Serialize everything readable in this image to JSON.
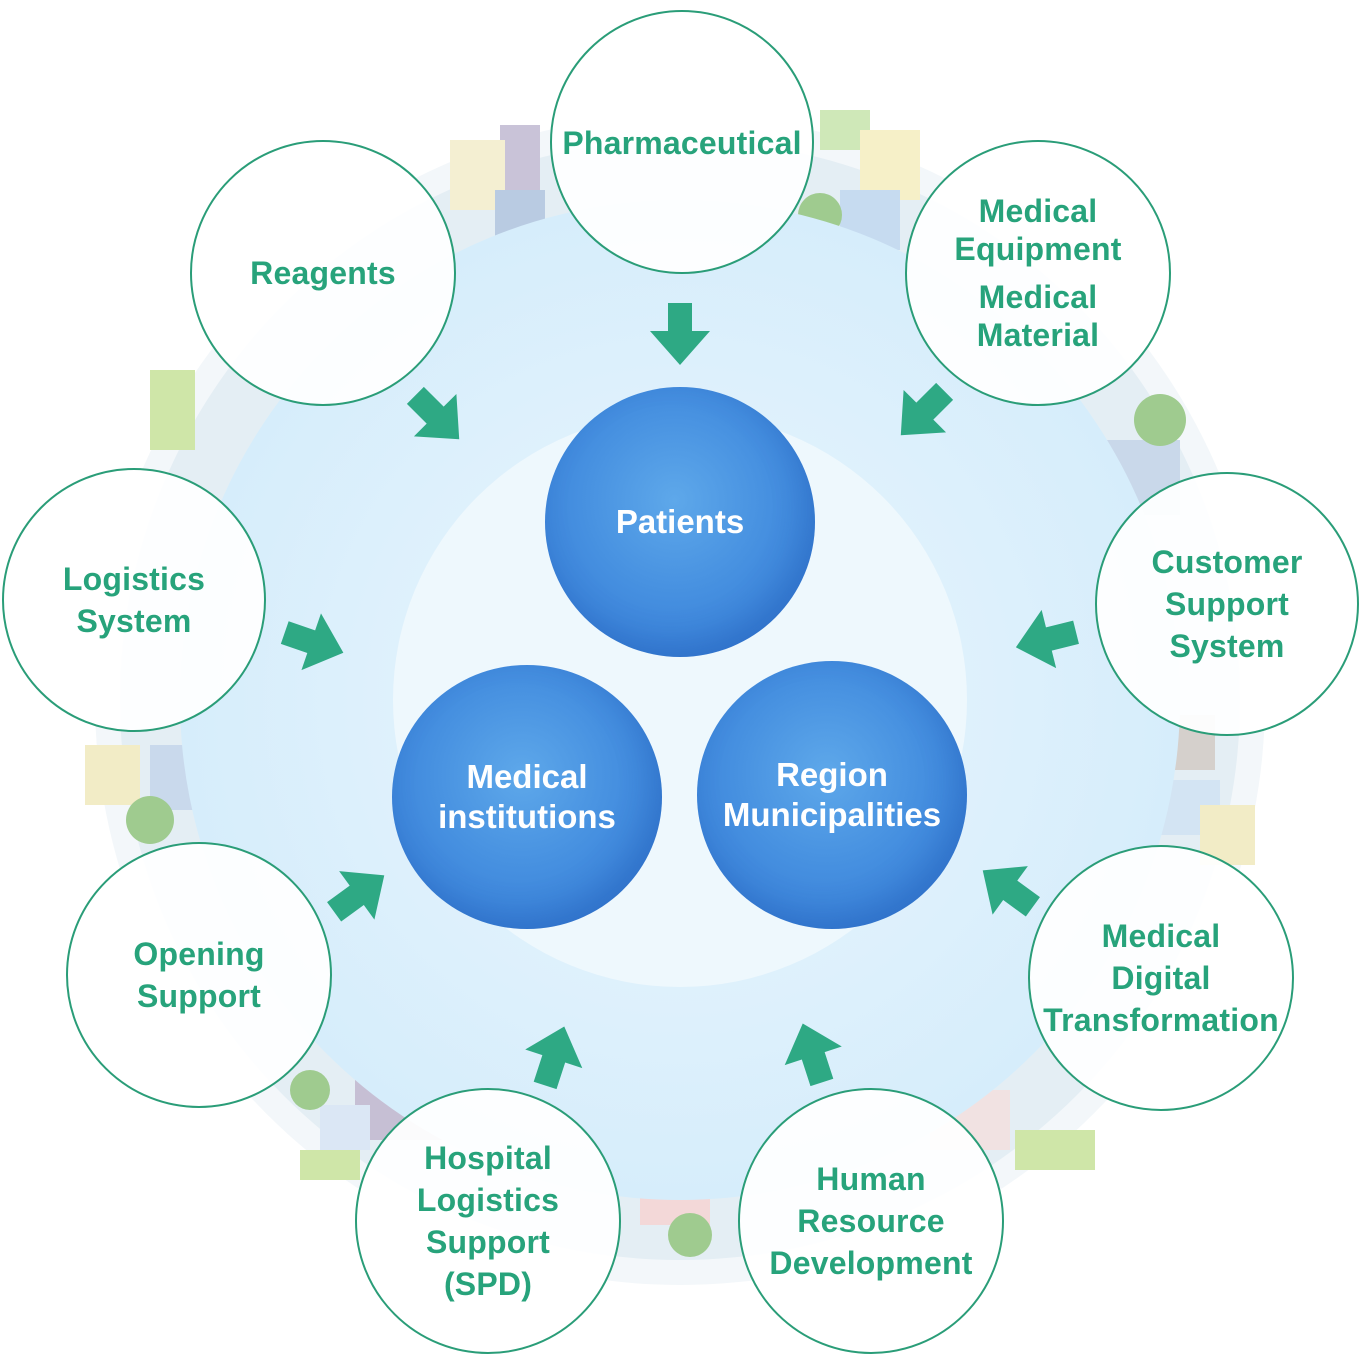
{
  "colors": {
    "accent_green": "#2ea984",
    "ring_blue": "#dcf0fc",
    "core_blue": "#3f86dc",
    "circle_border": "#2a9d78"
  },
  "core": {
    "patients": "Patients",
    "medical_institutions": [
      "Medical",
      "institutions"
    ],
    "region": [
      "Region",
      "Municipalities"
    ]
  },
  "services": {
    "pharmaceutical": [
      "Pharmaceutical"
    ],
    "medical_equipment": [
      "Medical",
      "Equipment"
    ],
    "medical_material": [
      "Medical",
      "Material"
    ],
    "customer_support": [
      "Customer",
      "Support",
      "System"
    ],
    "medical_dx": [
      "Medical",
      "Digital",
      "Transformation"
    ],
    "human_resource": [
      "Human",
      "Resource",
      "Development"
    ],
    "hospital_logistics": [
      "Hospital",
      "Logistics",
      "Support",
      "(SPD)"
    ],
    "opening_support": [
      "Opening",
      "Support"
    ],
    "logistics_system": [
      "Logistics",
      "System"
    ],
    "reagents": [
      "Reagents"
    ]
  },
  "arrow_icon": "green-block-arrow"
}
